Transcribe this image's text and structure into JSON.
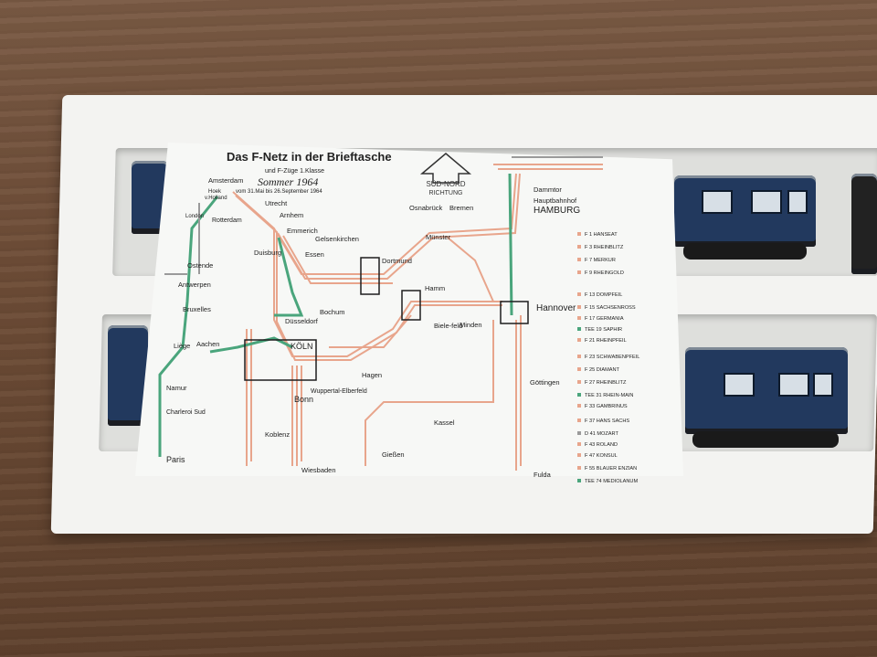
{
  "poster": {
    "title": "Das F-Netz in der Brieftasche",
    "subtitle": "und F-Züge 1.Klasse",
    "season": "Sommer 1964",
    "period": "vom 31.Mai bis 26.September 1964",
    "direction_top": "SÜD-NORD",
    "direction_bottom": "RICHTUNG"
  },
  "cities": [
    {
      "id": "amsterdam",
      "label": "Amsterdam"
    },
    {
      "id": "hoek",
      "label": "Hoek"
    },
    {
      "id": "vholland",
      "label": "v.Holland"
    },
    {
      "id": "rotterdam",
      "label": "Rotterdam"
    },
    {
      "id": "london",
      "label": "London"
    },
    {
      "id": "utrecht",
      "label": "Utrecht"
    },
    {
      "id": "arnhem",
      "label": "Arnhem"
    },
    {
      "id": "emmerich",
      "label": "Emmerich"
    },
    {
      "id": "duisburg",
      "label": "Duisburg"
    },
    {
      "id": "essen",
      "label": "Essen"
    },
    {
      "id": "gelsenkirchen",
      "label": "Gelsenkirchen"
    },
    {
      "id": "dortmund",
      "label": "Dortmund"
    },
    {
      "id": "osnabrueck",
      "label": "Osnabrück"
    },
    {
      "id": "bremen",
      "label": "Bremen"
    },
    {
      "id": "muenster",
      "label": "Münster"
    },
    {
      "id": "dammtor",
      "label": "Dammtor"
    },
    {
      "id": "hbf",
      "label": "Hauptbahnhof"
    },
    {
      "id": "hamburg",
      "label": "HAMBURG"
    },
    {
      "id": "ostende",
      "label": "Ostende"
    },
    {
      "id": "antwerpen",
      "label": "Antwerpen"
    },
    {
      "id": "bruxelles",
      "label": "Bruxelles"
    },
    {
      "id": "hamm",
      "label": "Hamm"
    },
    {
      "id": "hannover",
      "label": "Hannover"
    },
    {
      "id": "bochum",
      "label": "Bochum"
    },
    {
      "id": "duesseldorf",
      "label": "Düsseldorf"
    },
    {
      "id": "bielefeld",
      "label": "Biele-feld"
    },
    {
      "id": "minden",
      "label": "Minden"
    },
    {
      "id": "liege",
      "label": "Liège"
    },
    {
      "id": "aachen",
      "label": "Aachen"
    },
    {
      "id": "koeln",
      "label": "KÖLN"
    },
    {
      "id": "hagen",
      "label": "Hagen"
    },
    {
      "id": "wuppertal",
      "label": "Wuppertal-Elberfeld"
    },
    {
      "id": "bonn",
      "label": "Bonn"
    },
    {
      "id": "goettingen",
      "label": "Göttingen"
    },
    {
      "id": "namur",
      "label": "Namur"
    },
    {
      "id": "charleroi",
      "label": "Charleroi Sud"
    },
    {
      "id": "kassel",
      "label": "Kassel"
    },
    {
      "id": "koblenz",
      "label": "Koblenz"
    },
    {
      "id": "paris",
      "label": "Paris"
    },
    {
      "id": "giessen",
      "label": "Gießen"
    },
    {
      "id": "wiesbaden",
      "label": "Wiesbaden"
    },
    {
      "id": "fulda",
      "label": "Fulda"
    }
  ],
  "legend": [
    "F 1 HANSEAT",
    "F 3 RHEINBLITZ",
    "F 7 MERKUR",
    "F 9 RHEINGOLD",
    "F 13 DOMPFEIL",
    "F 15 SACHSENROSS",
    "F 17 GERMANIA",
    "TEE 19 SAPHIR",
    "F 21 RHEINPFEIL",
    "F 23 SCHWABENPFEIL",
    "F 25 DIAMANT",
    "F 27 RHEINBLITZ",
    "TEE 31 RHEIN-MAIN",
    "F 33 GAMBRINUS",
    "F 37 HANS SACHS",
    "D 41 MOZART",
    "F 43 ROLAND",
    "F 47 KONSUL",
    "F 55 BLAUER ENZIAN",
    "TEE 74 MEDIOLANUM"
  ],
  "colors": {
    "salmon": "#e8a58c",
    "green": "#4aa57c",
    "grey": "#9a9a9a",
    "dark": "#1e1e1e",
    "car_blue": "#22395e"
  }
}
